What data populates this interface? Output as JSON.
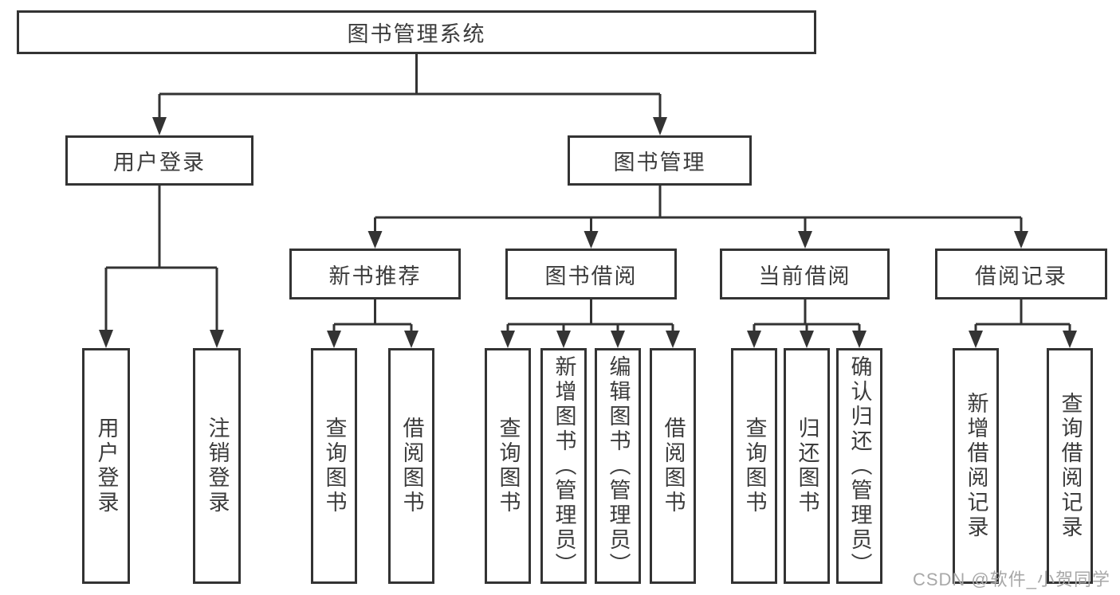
{
  "diagram": {
    "title_node": {
      "label": "图书管理系统"
    },
    "user_login_branch": {
      "label": "用户登录",
      "children": [
        {
          "label": "用户登录"
        },
        {
          "label": "注销登录"
        }
      ]
    },
    "book_mgmt_branch": {
      "label": "图书管理",
      "groups": [
        {
          "label": "新书推荐",
          "children": [
            {
              "label": "查询图书"
            },
            {
              "label": "借阅图书"
            }
          ]
        },
        {
          "label": "图书借阅",
          "children": [
            {
              "label": "查询图书"
            },
            {
              "label": "新增图书（管理员）"
            },
            {
              "label": "编辑图书（管理员）"
            },
            {
              "label": "借阅图书"
            }
          ]
        },
        {
          "label": "当前借阅",
          "children": [
            {
              "label": "查询图书"
            },
            {
              "label": "归还图书"
            },
            {
              "label": "确认归还（管理员）"
            }
          ]
        },
        {
          "label": "借阅记录",
          "children": [
            {
              "label": "新增借阅记录"
            },
            {
              "label": "查询借阅记录"
            }
          ]
        }
      ]
    }
  },
  "watermark": {
    "text": "CSDN @软件_小贺同学"
  },
  "colors": {
    "line": "#333333",
    "text": "#3c3c3c",
    "background": "#ffffff",
    "watermark": "#a8a8a8"
  }
}
